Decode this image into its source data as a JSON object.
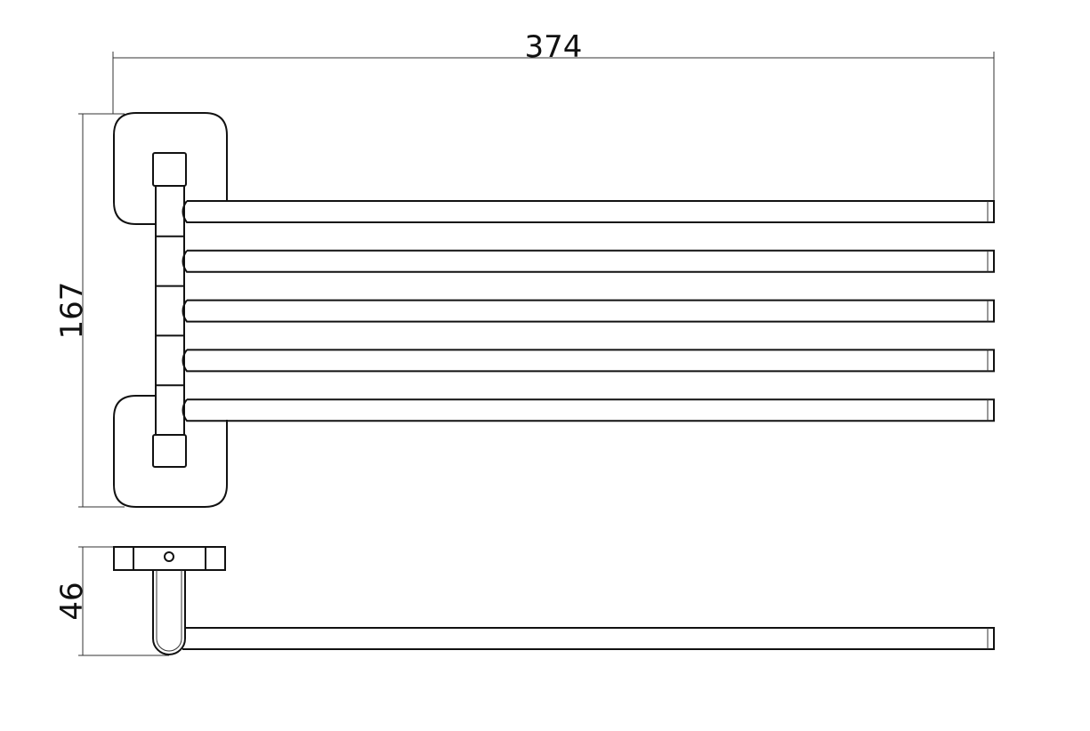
{
  "drawing": {
    "dimensions": {
      "width": "374",
      "height": "167",
      "depth": "46"
    },
    "arm_count": 5
  }
}
